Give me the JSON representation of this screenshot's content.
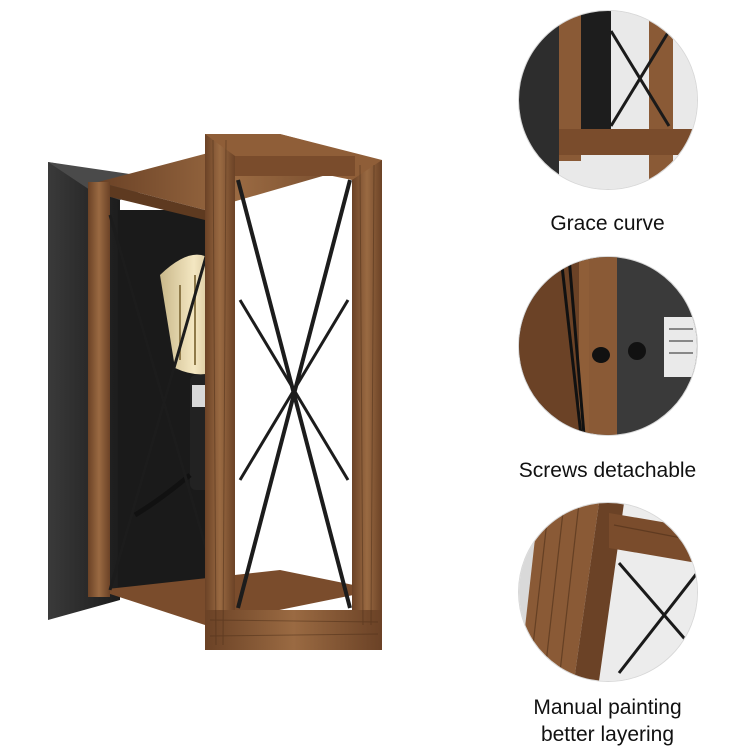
{
  "product": {
    "main_image_icon": "wall-sconce-lamp",
    "colors": {
      "wood": "#8a5a36",
      "wood_dark": "#5e3a20",
      "metal": "#2a2a2a",
      "bulb": "#e9d6a6"
    }
  },
  "features": [
    {
      "caption": "Grace curve",
      "icon": "frame-corner-closeup"
    },
    {
      "caption": "Screws detachable",
      "icon": "screws-closeup"
    },
    {
      "caption_lines": [
        "Manual painting",
        "better layering"
      ],
      "icon": "wood-finish-closeup"
    }
  ]
}
